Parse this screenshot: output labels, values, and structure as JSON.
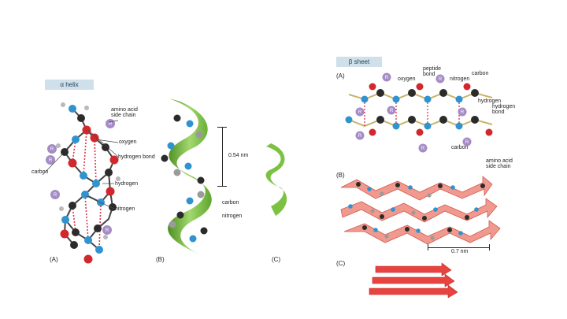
{
  "alpha": {
    "tag": "α helix",
    "labels": {
      "side_chain": "amino acid\nside chain",
      "oxygen": "oxygen",
      "hbond": "hydrogen bond",
      "carbon": "carbon",
      "hydrogen": "hydrogen",
      "nitrogen": "nitrogen",
      "distance": "0.54 nm",
      "carbon_b": "carbon",
      "nitrogen_b": "nitrogen"
    },
    "panels": {
      "a": "(A)",
      "b": "(B)",
      "c": "(C)"
    },
    "r": "R"
  },
  "beta": {
    "tag": "β sheet",
    "labels": {
      "oxygen": "oxygen",
      "peptide_bond": "peptide\nbond",
      "nitrogen": "nitrogen",
      "carbon_top": "carbon",
      "hydrogen": "hydrogen",
      "hbond": "hydrogen\nbond",
      "carbon_bottom": "carbon",
      "side_chain": "amino acid\nside chain",
      "distance": "0.7 nm"
    },
    "panels": {
      "a": "(A)",
      "b": "(B)",
      "c": "(C)"
    },
    "r": "R"
  },
  "colors": {
    "tag_bg": "#cfe0ea",
    "helix_green": "#7cc242",
    "sheet_red": "#ec6a5e",
    "carbon": "#2b2b2b",
    "nitrogen": "#2f93d0",
    "oxygen": "#d1282e",
    "hydrogen": "#b9b9b9",
    "r_group": "#a58cc4"
  }
}
